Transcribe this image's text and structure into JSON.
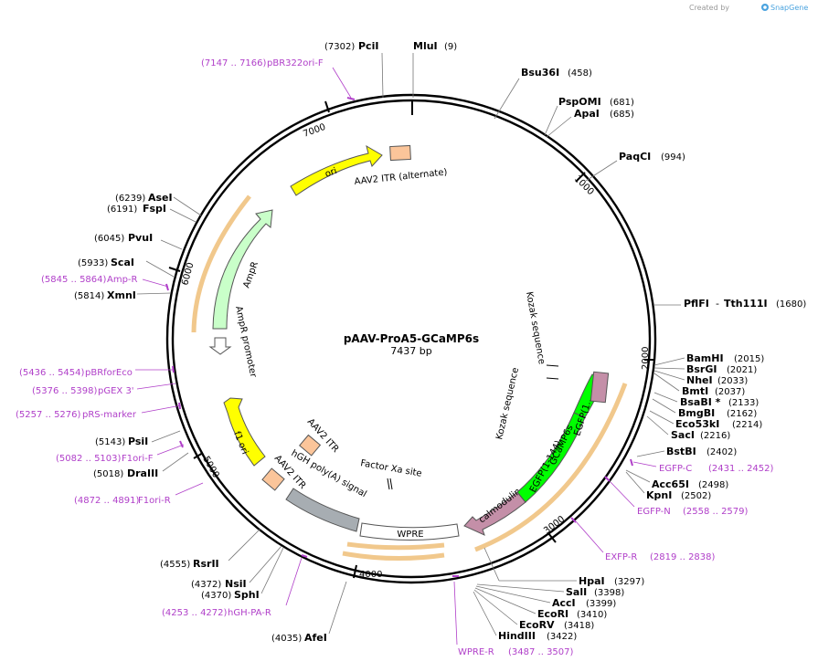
{
  "brand": {
    "created_by": "Created by",
    "app": "SnapGene"
  },
  "plasmid": {
    "name": "pAAV-ProA5-GCaMP6s",
    "length": "7437 bp"
  },
  "ticks": [
    "1000",
    "2000",
    "3000",
    "4000",
    "5000",
    "6000",
    "7000"
  ],
  "enzymes": [
    {
      "name": "PciI",
      "pos": "(7302)"
    },
    {
      "name": "MluI",
      "pos": "(9)"
    },
    {
      "name": "Bsu36I",
      "pos": "(458)"
    },
    {
      "name": "PspOMI",
      "pos": "(681)"
    },
    {
      "name": "ApaI",
      "pos": "(685)"
    },
    {
      "name": "PaqCI",
      "pos": "(994)"
    },
    {
      "name": "PflFI",
      "pos": ""
    },
    {
      "name": "Tth111I",
      "pos": "(1680)"
    },
    {
      "name": "BamHI",
      "pos": "(2015)"
    },
    {
      "name": "BsrGI",
      "pos": "(2021)"
    },
    {
      "name": "NheI",
      "pos": "(2033)"
    },
    {
      "name": "BmtI",
      "pos": "(2037)"
    },
    {
      "name": "BsaBI *",
      "pos": "(2133)"
    },
    {
      "name": "BmgBI",
      "pos": "(2162)"
    },
    {
      "name": "Eco53kI",
      "pos": "(2214)"
    },
    {
      "name": "SacI",
      "pos": "(2216)"
    },
    {
      "name": "BstBI",
      "pos": "(2402)"
    },
    {
      "name": "Acc65I",
      "pos": "(2498)"
    },
    {
      "name": "KpnI",
      "pos": "(2502)"
    },
    {
      "name": "HpaI",
      "pos": "(3297)"
    },
    {
      "name": "SalI",
      "pos": "(3398)"
    },
    {
      "name": "AccI",
      "pos": "(3399)"
    },
    {
      "name": "EcoRI",
      "pos": "(3410)"
    },
    {
      "name": "EcoRV",
      "pos": "(3418)"
    },
    {
      "name": "HindIII",
      "pos": "(3422)"
    },
    {
      "name": "AfeI",
      "pos": "(4035)"
    },
    {
      "name": "SphI",
      "pos": "(4370)"
    },
    {
      "name": "NsiI",
      "pos": "(4372)"
    },
    {
      "name": "RsrII",
      "pos": "(4555)"
    },
    {
      "name": "DraIII",
      "pos": "(5018)"
    },
    {
      "name": "PsiI",
      "pos": "(5143)"
    },
    {
      "name": "XmnI",
      "pos": "(5814)"
    },
    {
      "name": "ScaI",
      "pos": "(5933)"
    },
    {
      "name": "PvuI",
      "pos": "(6045)"
    },
    {
      "name": "FspI",
      "pos": "(6191)"
    },
    {
      "name": "AseI",
      "pos": "(6239)"
    }
  ],
  "primers": [
    {
      "name": "pBR322ori-F",
      "range": "(7147 .. 7166)"
    },
    {
      "name": "EGFP-C",
      "range": "(2431 .. 2452)"
    },
    {
      "name": "EGFP-N",
      "range": "(2558 .. 2579)"
    },
    {
      "name": "EXFP-R",
      "range": "(2819 .. 2838)"
    },
    {
      "name": "WPRE-R",
      "range": "(3487 .. 3507)"
    },
    {
      "name": "hGH-PA-R",
      "range": "(4253 .. 4272)"
    },
    {
      "name": "F1ori-R",
      "range": "(4872 .. 4891)"
    },
    {
      "name": "F1ori-F",
      "range": "(5082 .. 5103)"
    },
    {
      "name": "pRS-marker",
      "range": "(5257 .. 5276)"
    },
    {
      "name": "pGEX 3'",
      "range": "(5376 .. 5398)"
    },
    {
      "name": "pBRforEco",
      "range": "(5436 .. 5454)"
    },
    {
      "name": "Amp-R",
      "range": "(5845 .. 5864)"
    }
  ],
  "features": {
    "ori": "ori",
    "aav2_itr_alt": "AAV2 ITR (alternate)",
    "ampr": "AmpR",
    "ampr_promoter": "AmpR promoter",
    "f1_ori": "f1 ori",
    "aav2_itr_1": "AAV2 ITR",
    "aav2_itr_2": "AAV2 ITR",
    "hgh_polya": "hGH poly(A) signal",
    "factor_xa": "Factor Xa site",
    "wpre": "WPRE",
    "calmodulin": "calmodulin",
    "gcamp6s": "GCaMP6s",
    "egfp_1_144": "EGFP(1-144)",
    "egfp_145": "EGFP(1...",
    "kozak_1": "Kozak sequence",
    "kozak_2": "Kozak sequence"
  },
  "colors": {
    "backbone": "#000000",
    "primer": "#b03fc9",
    "ori": "#ffff00",
    "itr": "#fbc59a",
    "ampr": "#c9ffc9",
    "gcamp": "#00ff00",
    "calmodulin": "#c48fa8",
    "polya": "#a7adb2",
    "orange_outline": "#e8a340"
  }
}
